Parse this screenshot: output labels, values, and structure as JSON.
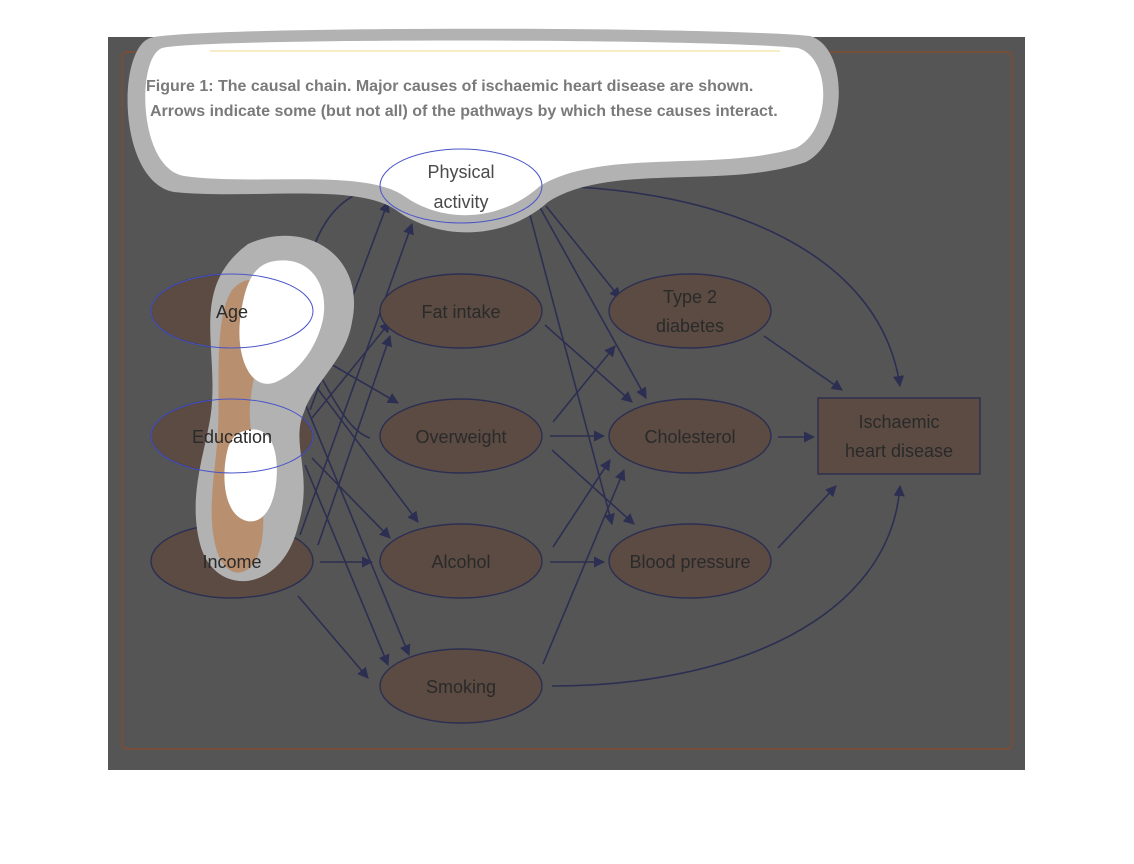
{
  "caption": {
    "line1": "Figure 1: The causal chain. Major causes of ischaemic heart disease are shown.",
    "line2": "Arrows indicate some (but not all) of the pathways by which these causes interact."
  },
  "nodes": {
    "physical_activity": {
      "line1": "Physical",
      "line2": "activity"
    },
    "age": {
      "label": "Age"
    },
    "education": {
      "label": "Education"
    },
    "income": {
      "label": "Income"
    },
    "fat_intake": {
      "label": "Fat intake"
    },
    "overweight": {
      "label": "Overweight"
    },
    "alcohol": {
      "label": "Alcohol"
    },
    "smoking": {
      "label": "Smoking"
    },
    "type2_diabetes": {
      "line1": "Type 2",
      "line2": "diabetes"
    },
    "cholesterol": {
      "label": "Cholesterol"
    },
    "blood_pressure": {
      "label": "Blood pressure"
    },
    "ischaemic_heart_disease": {
      "line1": "Ischaemic",
      "line2": "heart disease"
    }
  },
  "colors": {
    "panel": "#555555",
    "panel_border": "#8a4a2a",
    "node_fill": "#5b4b42",
    "node_stroke": "#2c2f52",
    "edge": "#2c2f52",
    "highlight": "#b89070"
  }
}
